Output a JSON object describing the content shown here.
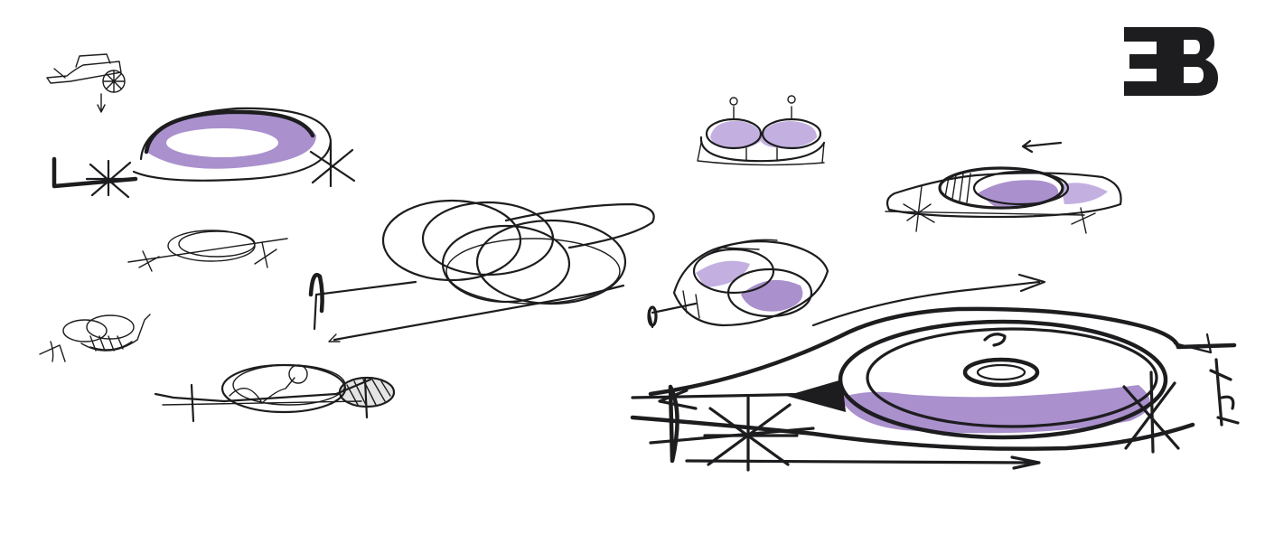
{
  "palette": {
    "paper": "#ffffff",
    "ink": "#1d1d1f",
    "accent_wash": "#9b7cc4",
    "accent_wash_light": "#b9a2da",
    "logo": "#1d1d1f"
  },
  "logo": {
    "text": "EB"
  },
  "icons": [
    "eb-logo-icon"
  ],
  "sketches": [
    "carriage-sketch",
    "oval-profile-sketch-large",
    "oval-profile-sketch-small",
    "twin-pod-sketch",
    "wheel-pod-sketch",
    "loop-wireframe-sketch",
    "twin-dome-front-sketch",
    "three-quarter-pod-sketch",
    "side-pod-sketch-right",
    "hero-pod-sketch"
  ]
}
